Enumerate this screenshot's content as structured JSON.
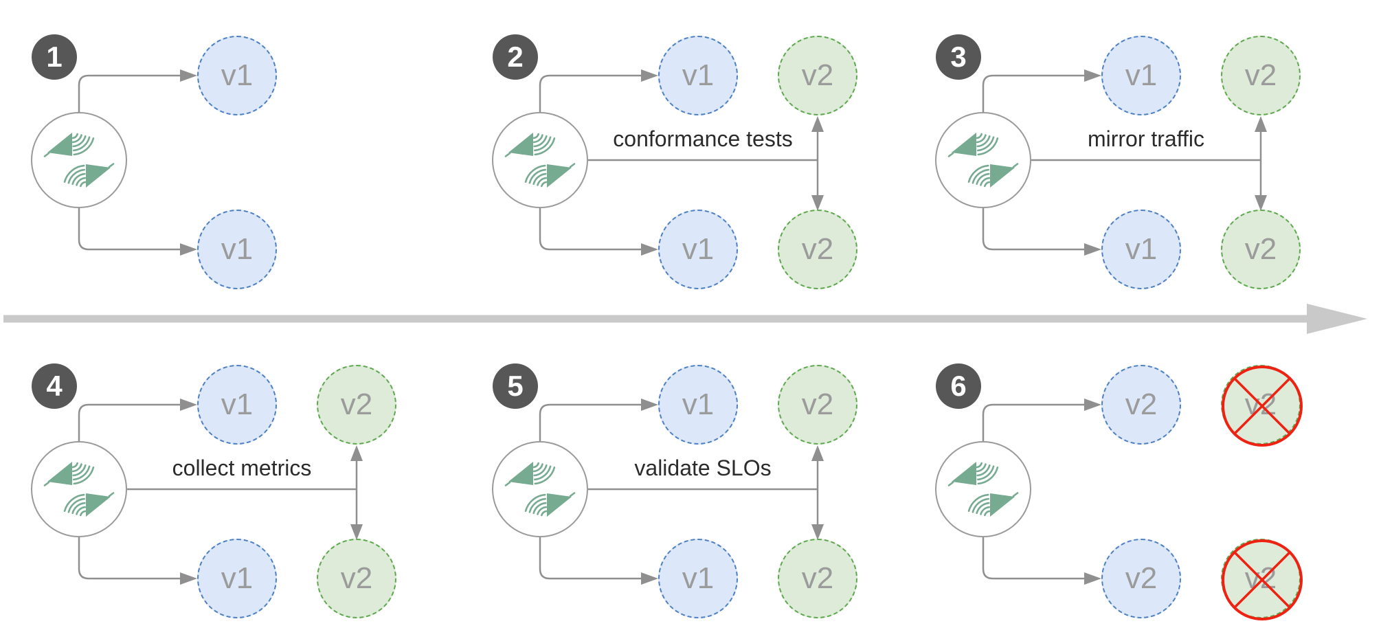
{
  "colors": {
    "blue_fill": "#dce8f9",
    "blue_border": "#4e80c3",
    "green_fill": "#ddebd8",
    "green_border": "#5ea84e",
    "badge_bg": "#575757",
    "badge_text": "#ffffff",
    "node_text": "#9b9b9b",
    "label_text": "#2b2b2b",
    "line": "#8f8f8f",
    "gateway_ring": "#9a9a9a",
    "logo_green": "#76aa91",
    "timeline": "#c9c9c9",
    "error_red": "#ee2213"
  },
  "stages": [
    {
      "number": "1",
      "action_label": "",
      "nodes": {
        "top_primary": "v1",
        "bottom_primary": "v1"
      },
      "secondary_crossed": false
    },
    {
      "number": "2",
      "action_label": "conformance tests",
      "nodes": {
        "top_primary": "v1",
        "top_secondary": "v2",
        "bottom_primary": "v1",
        "bottom_secondary": "v2"
      },
      "secondary_crossed": false
    },
    {
      "number": "3",
      "action_label": "mirror traffic",
      "nodes": {
        "top_primary": "v1",
        "top_secondary": "v2",
        "bottom_primary": "v1",
        "bottom_secondary": "v2"
      },
      "secondary_crossed": false
    },
    {
      "number": "4",
      "action_label": "collect metrics",
      "nodes": {
        "top_primary": "v1",
        "top_secondary": "v2",
        "bottom_primary": "v1",
        "bottom_secondary": "v2"
      },
      "secondary_crossed": false
    },
    {
      "number": "5",
      "action_label": "validate SLOs",
      "nodes": {
        "top_primary": "v1",
        "top_secondary": "v2",
        "bottom_primary": "v1",
        "bottom_secondary": "v2"
      },
      "secondary_crossed": false
    },
    {
      "number": "6",
      "action_label": "",
      "nodes": {
        "top_primary": "v2",
        "top_secondary": "v2",
        "bottom_primary": "v2",
        "bottom_secondary": "v2"
      },
      "secondary_crossed": true
    }
  ]
}
